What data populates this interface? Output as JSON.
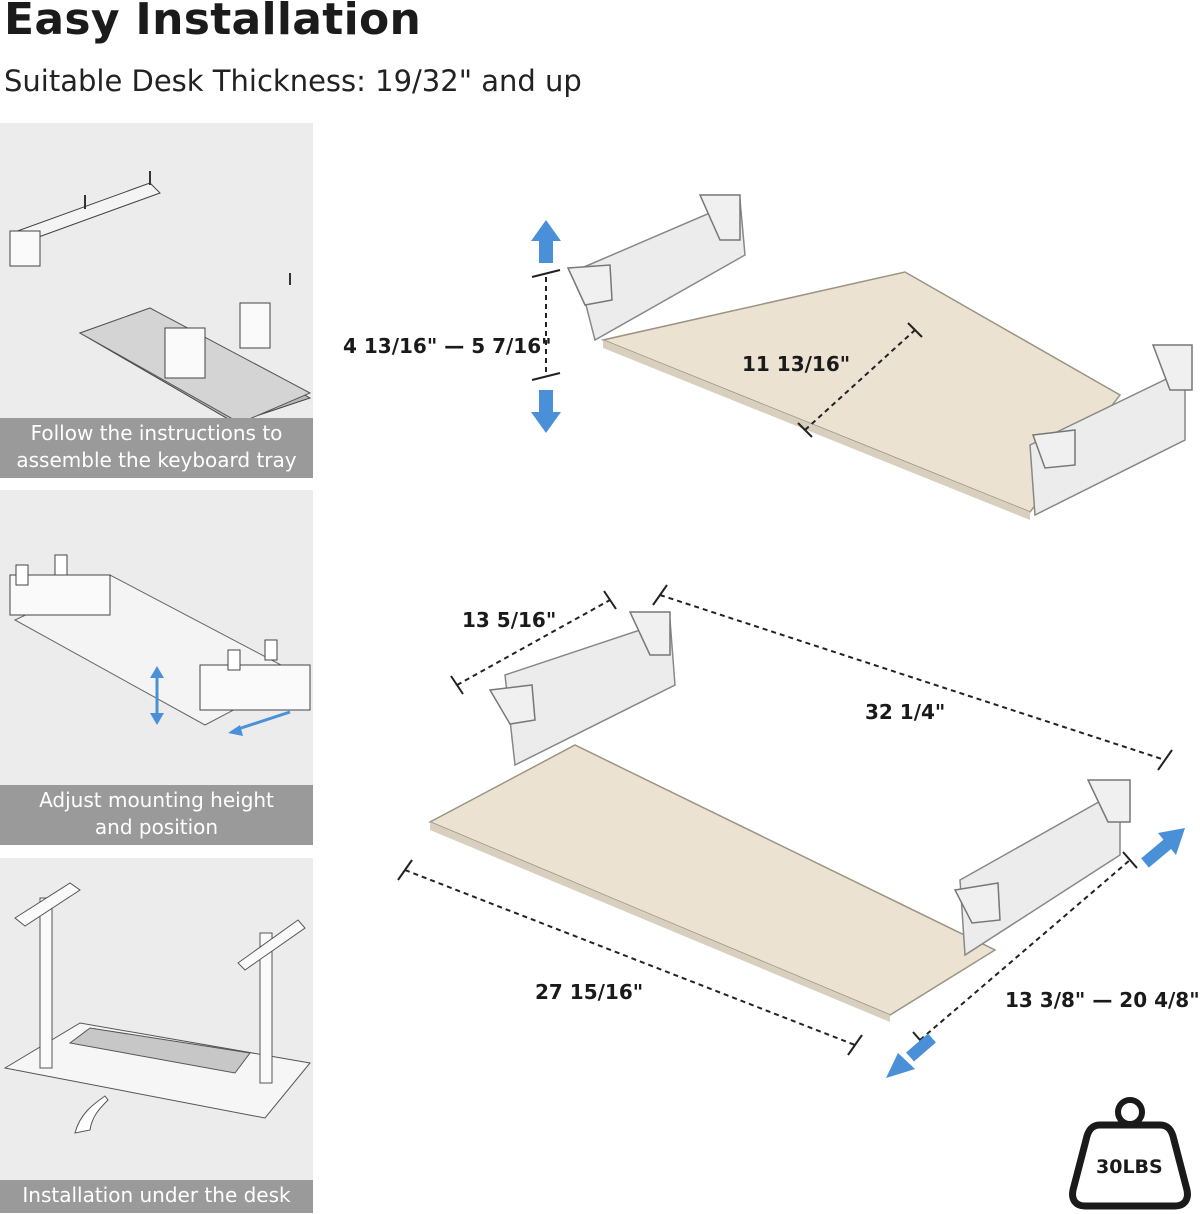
{
  "header": {
    "title": "Easy Installation",
    "subtitle": "Suitable Desk Thickness: 19/32\"  and up"
  },
  "steps": [
    {
      "caption_line1": "Follow the instructions to",
      "caption_line2": "assemble the keyboard tray"
    },
    {
      "caption_line1": "Adjust mounting height",
      "caption_line2": "and position"
    },
    {
      "caption_line1": "Installation under the desk",
      "caption_line2": ""
    }
  ],
  "dimensions": {
    "height_range": "4 13/16\" — 5 7/16\"",
    "tray_depth": "11 13/16\"",
    "bracket_depth": "13 5/16\"",
    "overall_width": "32 1/4\"",
    "tray_width": "27 15/16\"",
    "extension_range": "13 3/8\" — 20 4/8\""
  },
  "weight_badge": {
    "label": "30LBS"
  },
  "colors": {
    "tray_wood": "#ebe2d2",
    "bracket": "#e6e6e6",
    "arrow_blue": "#4a90d9",
    "caption_bg": "#9a9a9a",
    "panel_bg": "#ececec"
  },
  "icons": [
    "arrow-up-icon",
    "arrow-down-icon",
    "arrow-diagonal-icon",
    "weight-icon",
    "hand-pointer-icon"
  ]
}
